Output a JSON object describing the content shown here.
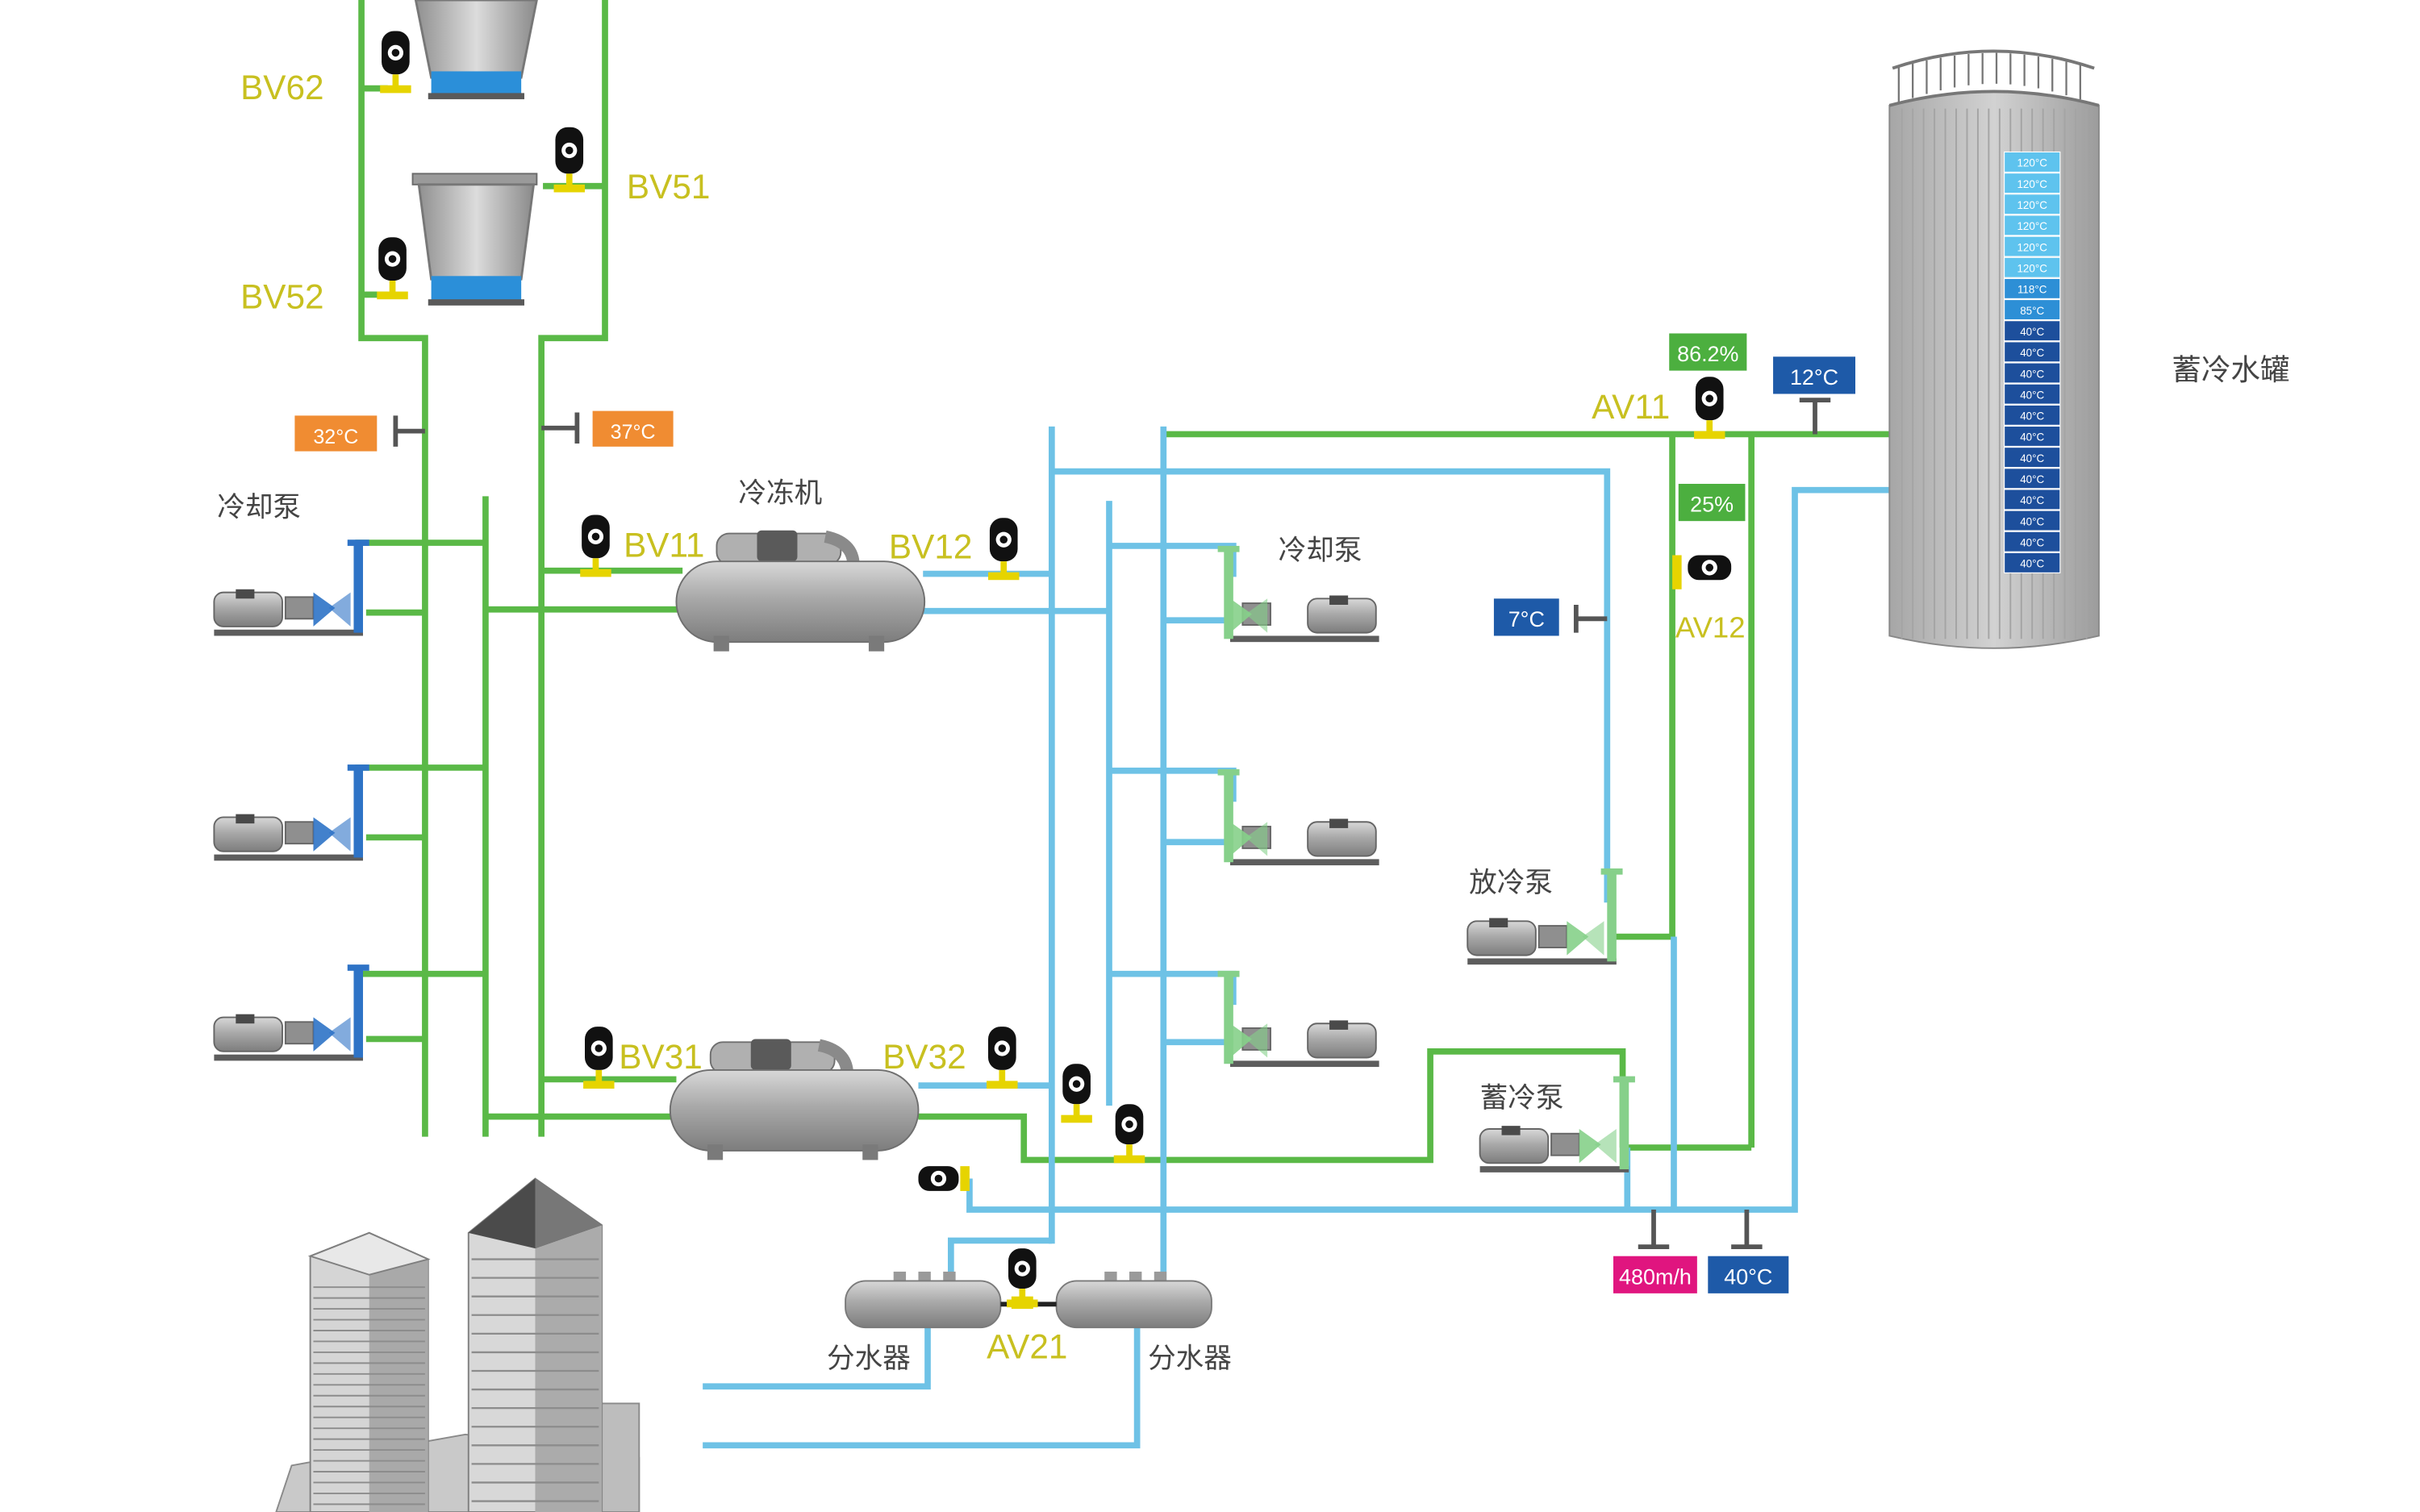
{
  "colors": {
    "green_pipe": "#5ab947",
    "blue_pipe": "#6ec2e6",
    "valve_label": "#c8c020",
    "orange_tag": "#f08c32",
    "green_tag": "#4caf3f",
    "blue_tag": "#1e5aa8",
    "magenta_tag": "#e0157f",
    "tank_body": "#bdbdbd",
    "scale_light": "#3bb0e8",
    "scale_dark": "#1d4f9c"
  },
  "valves": {
    "bv62": "BV62",
    "bv52": "BV52",
    "bv51": "BV51",
    "bv11": "BV11",
    "bv12": "BV12",
    "bv31": "BV31",
    "bv32": "BV32",
    "av11": "AV11",
    "av12": "AV12",
    "av21": "AV21"
  },
  "components": {
    "cooling_pump_left": "冷却泵",
    "chiller": "冷冻机",
    "cooling_pump_right": "冷却泵",
    "discharge_pump": "放冷泵",
    "storage_pump": "蓄冷泵",
    "storage_tank": "蓄冷水罐",
    "distributor_left": "分水器",
    "distributor_right": "分水器"
  },
  "sensors": {
    "temp_32": "32°C",
    "temp_37": "37°C",
    "pct_862": "86.2%",
    "temp_12": "12°C",
    "pct_25": "25%",
    "temp_7": "7°C",
    "flow_480": "480m/h",
    "temp_40": "40°C"
  },
  "tank_scale": [
    "120°C",
    "120°C",
    "120°C",
    "120°C",
    "120°C",
    "120°C",
    "118°C",
    "85°C",
    "40°C",
    "40°C",
    "40°C",
    "40°C",
    "40°C",
    "40°C",
    "40°C",
    "40°C",
    "40°C",
    "40°C",
    "40°C",
    "40°C"
  ]
}
